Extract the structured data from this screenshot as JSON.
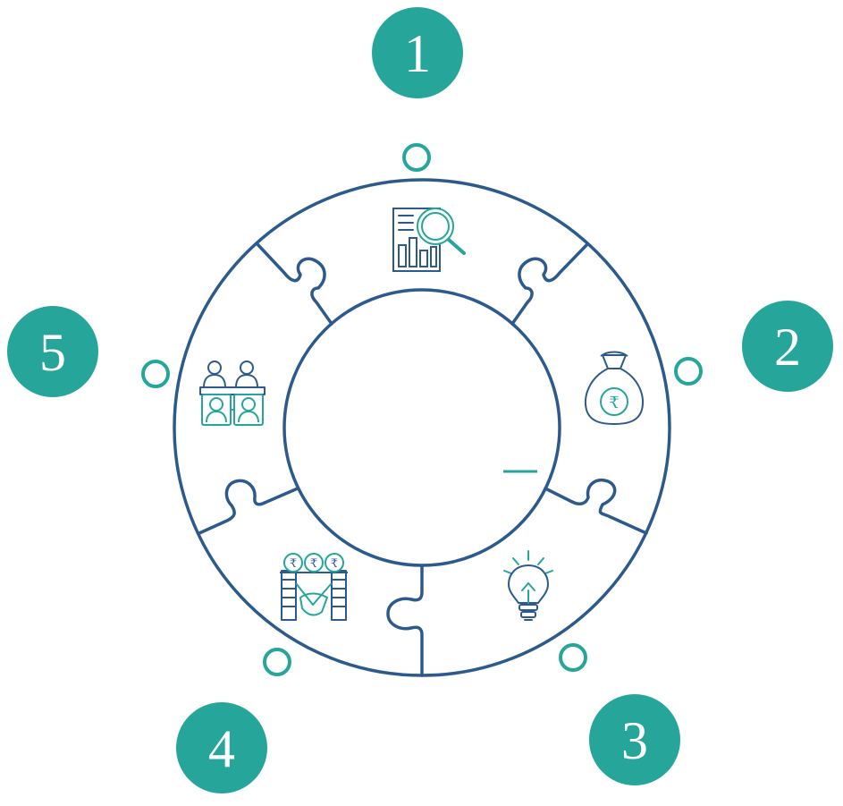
{
  "colors": {
    "ring": "#2d5a8c",
    "accent": "#26a69a",
    "badge_text": "#ffffff",
    "background": "#ffffff"
  },
  "steps": [
    {
      "number": "1",
      "icon": "report-magnifier-icon"
    },
    {
      "number": "2",
      "icon": "rupee-money-bag-icon"
    },
    {
      "number": "3",
      "icon": "lightbulb-idea-icon"
    },
    {
      "number": "4",
      "icon": "handshake-rupee-coins-icon"
    },
    {
      "number": "5",
      "icon": "board-meeting-people-icon"
    }
  ]
}
